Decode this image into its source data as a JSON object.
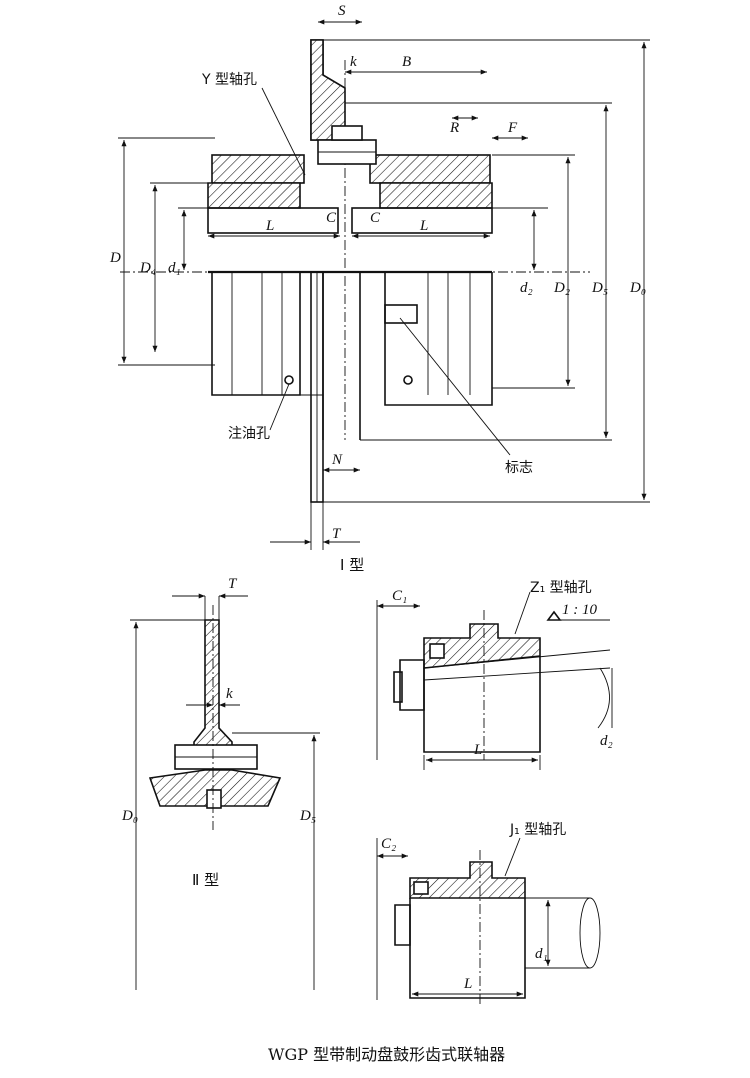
{
  "figure_caption": "WGP 型带制动盘鼓形齿式联轴器",
  "views": {
    "type_I": {
      "title": "I 型"
    },
    "type_II": {
      "title": "Ⅱ 型"
    }
  },
  "callouts": {
    "y_bore": "Y 型轴孔",
    "z1_bore": "Z₁ 型轴孔",
    "j1_bore": "J₁ 型轴孔",
    "oil_hole": "注油孔",
    "mark": "标志",
    "taper": "1 : 10"
  },
  "dims": {
    "S": "S",
    "k": "k",
    "B": "B",
    "R": "R",
    "F": "F",
    "D": "D",
    "D4": "D₄",
    "d1": "d₁",
    "d2": "d₂",
    "D2": "D₂",
    "D5": "D₅",
    "D0": "D₀",
    "L": "L",
    "C": "C",
    "N": "N",
    "T": "T",
    "C1": "C₁",
    "C2": "C₂",
    "dz": "d₂"
  }
}
